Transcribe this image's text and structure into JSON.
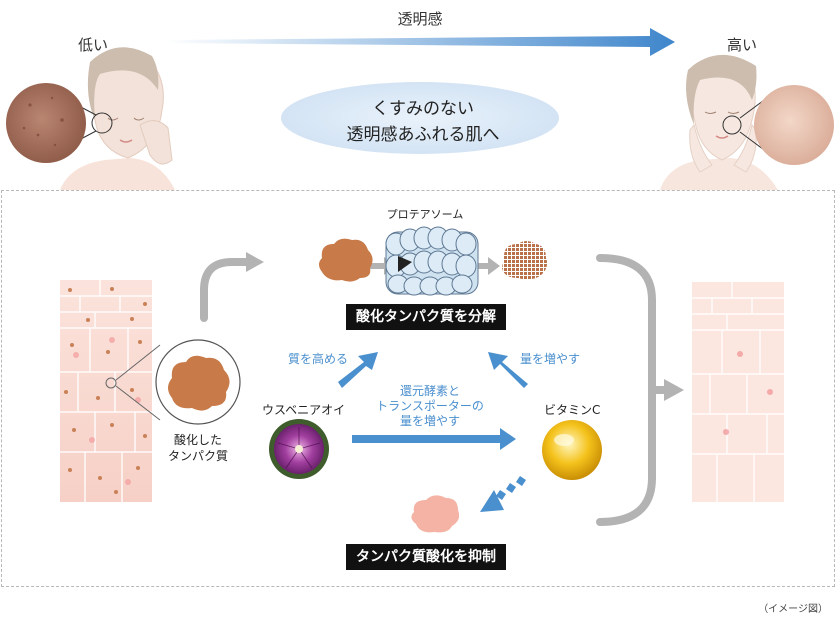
{
  "header": {
    "title": "透明感",
    "left_label": "低い",
    "right_label": "高い",
    "cloud_line1": "くすみのない",
    "cloud_line2": "透明感あふれる肌へ"
  },
  "diagram": {
    "proteasome_label": "プロテアソーム",
    "decompose_label": "酸化タンパク質を分解",
    "suppress_label": "タンパク質酸化を抑制",
    "quality_up_label": "質を高める",
    "amount_up_label": "量を増やす",
    "transport_line1": "還元酵素と",
    "transport_line2": "トランスポーターの",
    "transport_line3": "量を増やす",
    "plant_label": "ウスベニアオイ",
    "vitamin_label": "ビタミンC",
    "oxidized_line1": "酸化した",
    "oxidized_line2": "タンパク質"
  },
  "footer": {
    "note": "（イメージ図）"
  },
  "colors": {
    "accent_blue": "#4a8fce",
    "gray_arrow": "#b3b3b3",
    "protein_brown": "#c87a48",
    "protein_pink": "#f4b3a4",
    "cloud_blue": "#d9e8f6",
    "label_black": "#111111"
  }
}
